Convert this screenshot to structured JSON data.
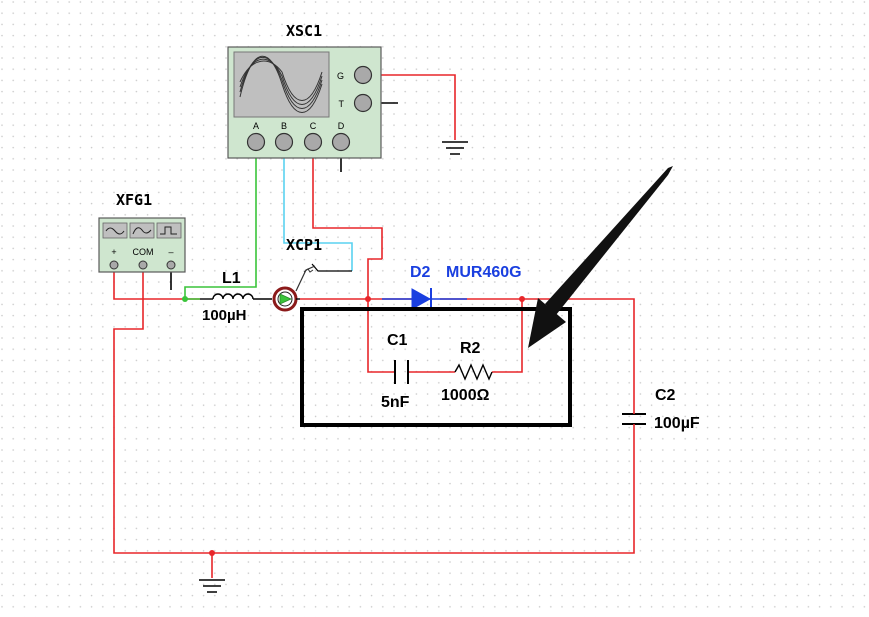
{
  "instruments": {
    "oscilloscope": {
      "name": "XSC1",
      "channels": [
        "A",
        "B",
        "C",
        "D"
      ],
      "ground_label": "G",
      "trigger_label": "T"
    },
    "function_generator": {
      "name": "XFG1",
      "plus_label": "+",
      "com_label": "COM",
      "minus_label": "–"
    },
    "current_probe": {
      "name": "XCP1"
    }
  },
  "components": {
    "inductor": {
      "ref": "L1",
      "value": "100µH"
    },
    "diode": {
      "ref": "D2",
      "model": "MUR460G"
    },
    "capacitor_snubber": {
      "ref": "C1",
      "value": "5nF"
    },
    "resistor": {
      "ref": "R2",
      "value": "1000Ω"
    },
    "capacitor_output": {
      "ref": "C2",
      "value": "100µF"
    }
  },
  "colors": {
    "wire_red": "#e8262a",
    "wire_green": "#3ac43a",
    "wire_cyan": "#5ad2f0",
    "diode_blue": "#1a3fe0",
    "instrument_face": "#cfe6cf",
    "screen": "#bfbfbf",
    "grid_dot": "#c8c8c8"
  }
}
